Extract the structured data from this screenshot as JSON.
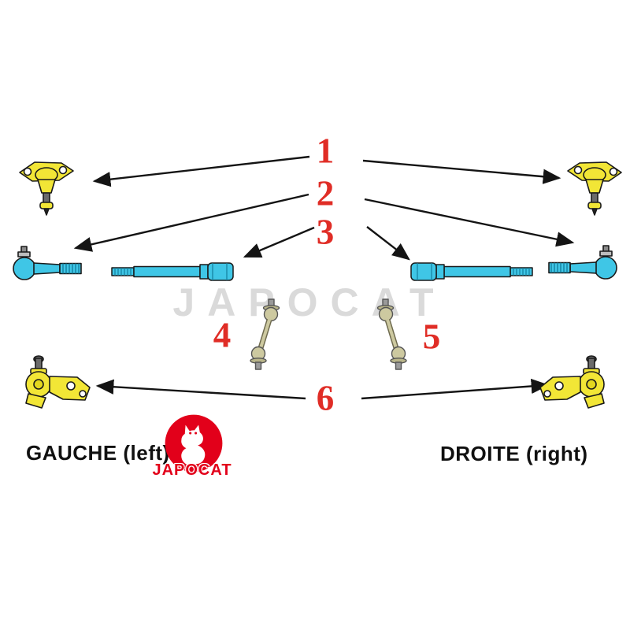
{
  "labels": {
    "n1": "1",
    "n2": "2",
    "n3": "3",
    "n4": "4",
    "n5": "5",
    "n6": "6"
  },
  "captions": {
    "left": "GAUCHE (left)",
    "right": "DROITE (right)"
  },
  "watermark": "JAPOCAT",
  "logo": {
    "text": "JAPOCAT"
  },
  "colors": {
    "number_red": "#e02d26",
    "part_yellow": "#f2e636",
    "part_cyan": "#3fc6e6",
    "part_khaki": "#cdc9a0",
    "logo_red": "#e2001a",
    "watermark_gray": "#dadada",
    "arrow_black": "#141414"
  },
  "parts": [
    {
      "name": "upper-ball-joint",
      "side": "left",
      "number": "1"
    },
    {
      "name": "upper-ball-joint",
      "side": "right",
      "number": "1"
    },
    {
      "name": "tie-rod-end",
      "side": "left",
      "number": "2"
    },
    {
      "name": "tie-rod-end",
      "side": "right",
      "number": "2"
    },
    {
      "name": "inner-tie-rod",
      "side": "left",
      "number": "3"
    },
    {
      "name": "inner-tie-rod",
      "side": "right",
      "number": "3"
    },
    {
      "name": "stabilizer-link",
      "side": "left",
      "number": "4"
    },
    {
      "name": "stabilizer-link",
      "side": "right",
      "number": "5"
    },
    {
      "name": "lower-ball-joint",
      "side": "left",
      "number": "6"
    },
    {
      "name": "lower-ball-joint",
      "side": "right",
      "number": "6"
    }
  ]
}
